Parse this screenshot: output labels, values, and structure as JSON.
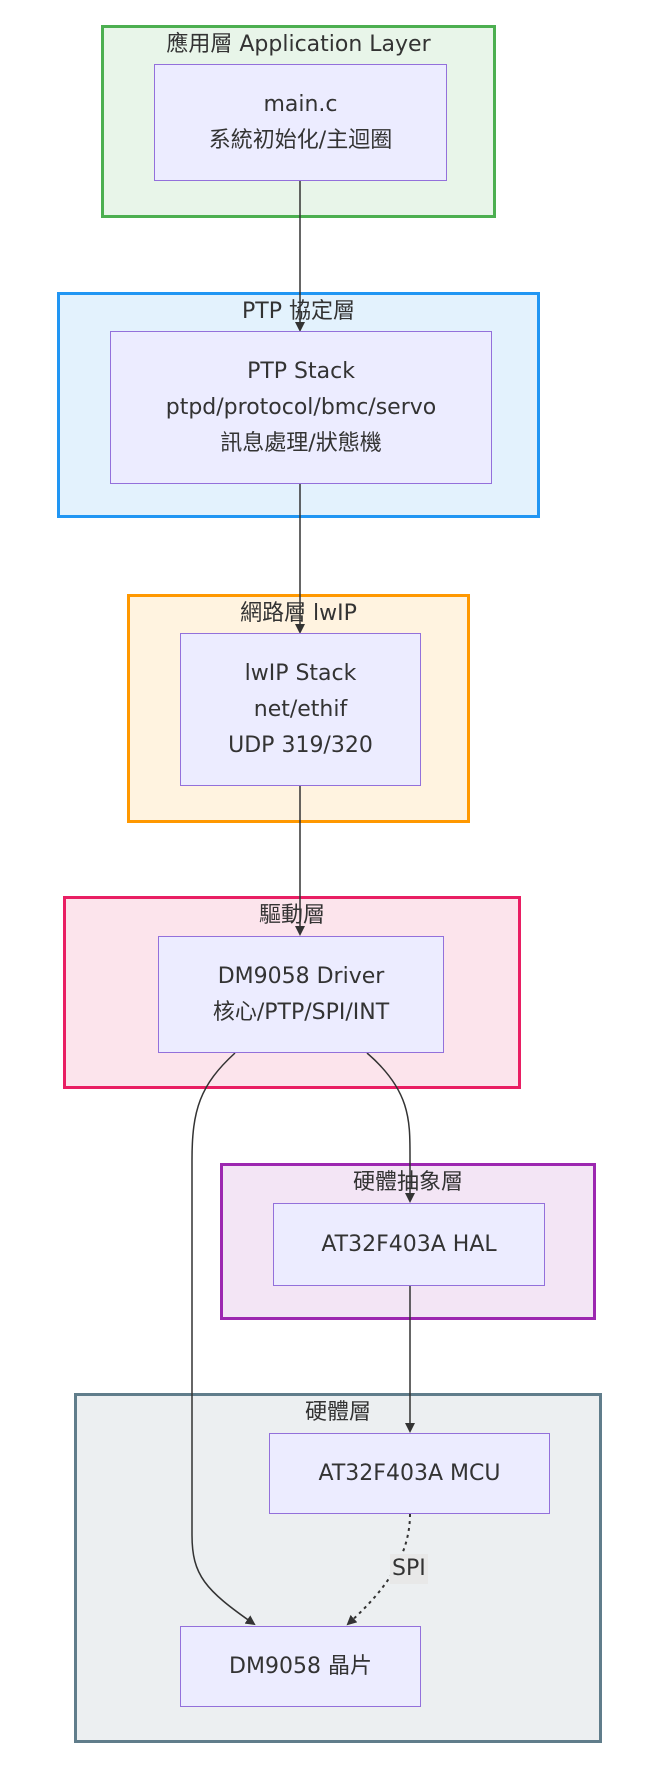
{
  "diagram": {
    "layers": {
      "app": {
        "title": "應用層 Application Layer",
        "fill": "#e8f5e9",
        "stroke": "#4caf50"
      },
      "ptp": {
        "title": "PTP 協定層",
        "fill": "#e3f2fd",
        "stroke": "#2196f3"
      },
      "net": {
        "title": "網路層 lwIP",
        "fill": "#fff3e0",
        "stroke": "#ff9800"
      },
      "drv": {
        "title": "驅動層",
        "fill": "#fce4ec",
        "stroke": "#e91e63"
      },
      "hal": {
        "title": "硬體抽象層",
        "fill": "#f3e5f5",
        "stroke": "#9c27b0"
      },
      "hw": {
        "title": "硬體層",
        "fill": "#eceff1",
        "stroke": "#607d8b"
      }
    },
    "nodes": {
      "main": {
        "lines": [
          "main.c",
          "系統初始化/主迴圈"
        ]
      },
      "ptp_stack": {
        "lines": [
          "PTP Stack",
          "ptpd/protocol/bmc/servo",
          "訊息處理/狀態機"
        ]
      },
      "lwip": {
        "lines": [
          "lwIP Stack",
          "net/ethif",
          "UDP 319/320"
        ]
      },
      "driver": {
        "lines": [
          "DM9058 Driver",
          "核心/PTP/SPI/INT"
        ]
      },
      "hal": {
        "lines": [
          "AT32F403A HAL"
        ]
      },
      "mcu": {
        "lines": [
          "AT32F403A MCU"
        ]
      },
      "chip": {
        "lines": [
          "DM9058 晶片"
        ]
      }
    },
    "edges": [
      {
        "from": "main",
        "to": "ptp_stack",
        "style": "solid"
      },
      {
        "from": "ptp_stack",
        "to": "lwip",
        "style": "solid"
      },
      {
        "from": "lwip",
        "to": "driver",
        "style": "solid"
      },
      {
        "from": "driver",
        "to": "hal",
        "style": "solid"
      },
      {
        "from": "driver",
        "to": "chip",
        "style": "solid"
      },
      {
        "from": "hal",
        "to": "mcu",
        "style": "solid"
      },
      {
        "from": "mcu",
        "to": "chip",
        "style": "dashed",
        "label": "SPI"
      }
    ],
    "colors": {
      "node_fill": "#ececff",
      "node_stroke": "#9370db",
      "edge": "#333333"
    }
  }
}
